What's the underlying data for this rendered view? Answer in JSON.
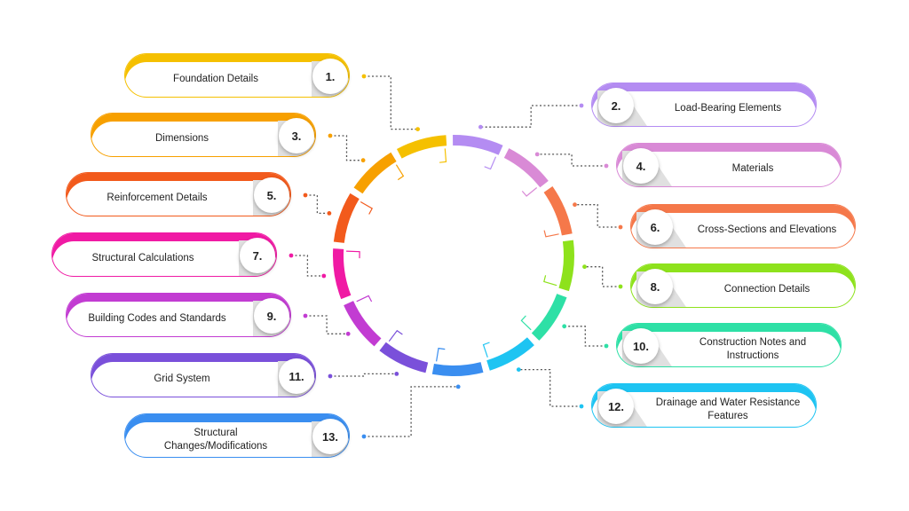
{
  "items": [
    {
      "num": "1.",
      "label": "Foundation Details",
      "color": "#f5c000",
      "side": "left"
    },
    {
      "num": "2.",
      "label": "Load-Bearing Elements",
      "color": "#b48cf2",
      "side": "right"
    },
    {
      "num": "3.",
      "label": "Dimensions",
      "color": "#f7a000",
      "side": "left"
    },
    {
      "num": "4.",
      "label": "Materials",
      "color": "#d98ad6",
      "side": "right"
    },
    {
      "num": "5.",
      "label": "Reinforcement Details",
      "color": "#f25a1c",
      "side": "left"
    },
    {
      "num": "6.",
      "label": "Cross-Sections and Elevations",
      "color": "#f5784a",
      "side": "right"
    },
    {
      "num": "7.",
      "label": "Structural Calculations",
      "color": "#f01aa4",
      "side": "left"
    },
    {
      "num": "8.",
      "label": "Connection Details",
      "color": "#8ee21c",
      "side": "right"
    },
    {
      "num": "9.",
      "label": "Building Codes and Standards",
      "color": "#c23cd2",
      "side": "left"
    },
    {
      "num": "10.",
      "label": "Construction Notes and Instructions",
      "color": "#2ee0a6",
      "side": "right"
    },
    {
      "num": "11.",
      "label": "Grid System",
      "color": "#7a50da",
      "side": "left"
    },
    {
      "num": "12.",
      "label": "Drainage and Water Resistance Features",
      "color": "#1ec4f2",
      "side": "right"
    },
    {
      "num": "13.",
      "label": "Structural Changes/Modifications",
      "color": "#3a8ef0",
      "side": "left"
    }
  ]
}
